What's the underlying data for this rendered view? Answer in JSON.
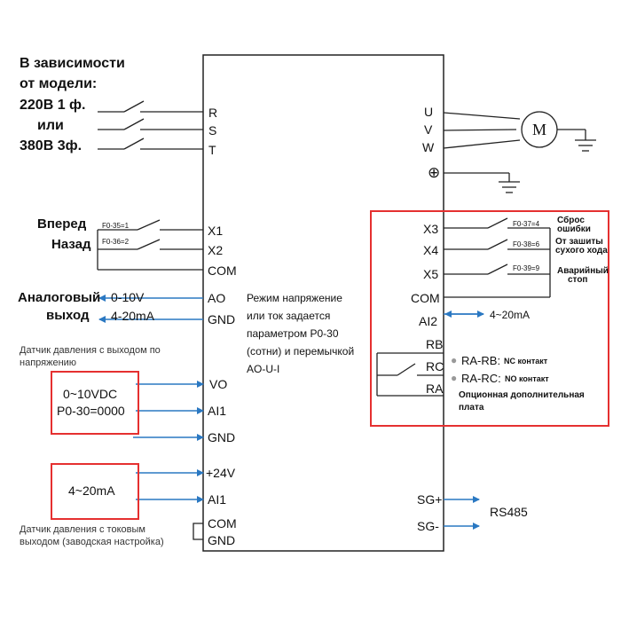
{
  "supply": {
    "lines": [
      "В зависимости",
      "от модели:",
      "220В 1 ф.",
      "или",
      "380В 3ф."
    ]
  },
  "direction": {
    "forward": "Вперед",
    "reverse": "Назад"
  },
  "analog_out": {
    "title_line1": "Аналоговый",
    "title_line2": "выход",
    "voltage": "0-10V",
    "current": "4-20mA"
  },
  "left_terminals": {
    "R": "R",
    "S": "S",
    "T": "T",
    "X1": "X1",
    "X2": "X2",
    "COM1": "COM",
    "AO": "AO",
    "GND1": "GND",
    "VO": "VO",
    "AI1a": "AI1",
    "GND2": "GND",
    "P24V": "+24V",
    "AI1b": "AI1",
    "COM2": "COM",
    "GND3": "GND"
  },
  "left_params": {
    "x1": "F0-35=1",
    "x2": "F0-36=2"
  },
  "mode_note": {
    "lines": [
      "Режим напряжение",
      "или ток задается",
      "параметром P0-30",
      "(сотни) и перемычкой",
      "AO-U-I"
    ]
  },
  "sensor_voltage": {
    "caption_line1": "Датчик давления с выходом по",
    "caption_line2": "напряжению",
    "box_line1": "0~10VDC",
    "box_line2": "P0-30=0000"
  },
  "sensor_current": {
    "box_label": "4~20mA",
    "caption_line1": "Датчик давления с токовым",
    "caption_line2": "выходом (заводская настройка)"
  },
  "right_terminals": {
    "U": "U",
    "V": "V",
    "W": "W",
    "X3": "X3",
    "X4": "X4",
    "X5": "X5",
    "COM": "COM",
    "AI2": "AI2",
    "RB": "RB",
    "RC": "RC",
    "RA": "RA",
    "SGp": "SG+",
    "SGm": "SG-"
  },
  "motor": {
    "label": "M"
  },
  "ground_symbol": "⊕",
  "right_params": {
    "x3": "F0-37=4",
    "x4": "F0-38=6",
    "x5": "F0-39=9"
  },
  "right_functions": {
    "x3_line1": "Сброс",
    "x3_line2": "ошибки",
    "x4_line1": "От зашиты",
    "x4_line2": "сухого хода",
    "x5_line1": "Аварийный",
    "x5_line2": "стоп"
  },
  "ai2_signal": "4~20mA",
  "relay": {
    "rb_main": "RA-RB:",
    "rb_sub": "NC контакт",
    "rc_main": "RA-RC:",
    "rc_sub": "NO контакт"
  },
  "option_board": {
    "line1": "Опционная дополнительная",
    "line2": "плата"
  },
  "comm": {
    "label": "RS485"
  },
  "colors": {
    "arrow": "#2a78c2",
    "red_box": "#e53030",
    "line": "#222222"
  }
}
